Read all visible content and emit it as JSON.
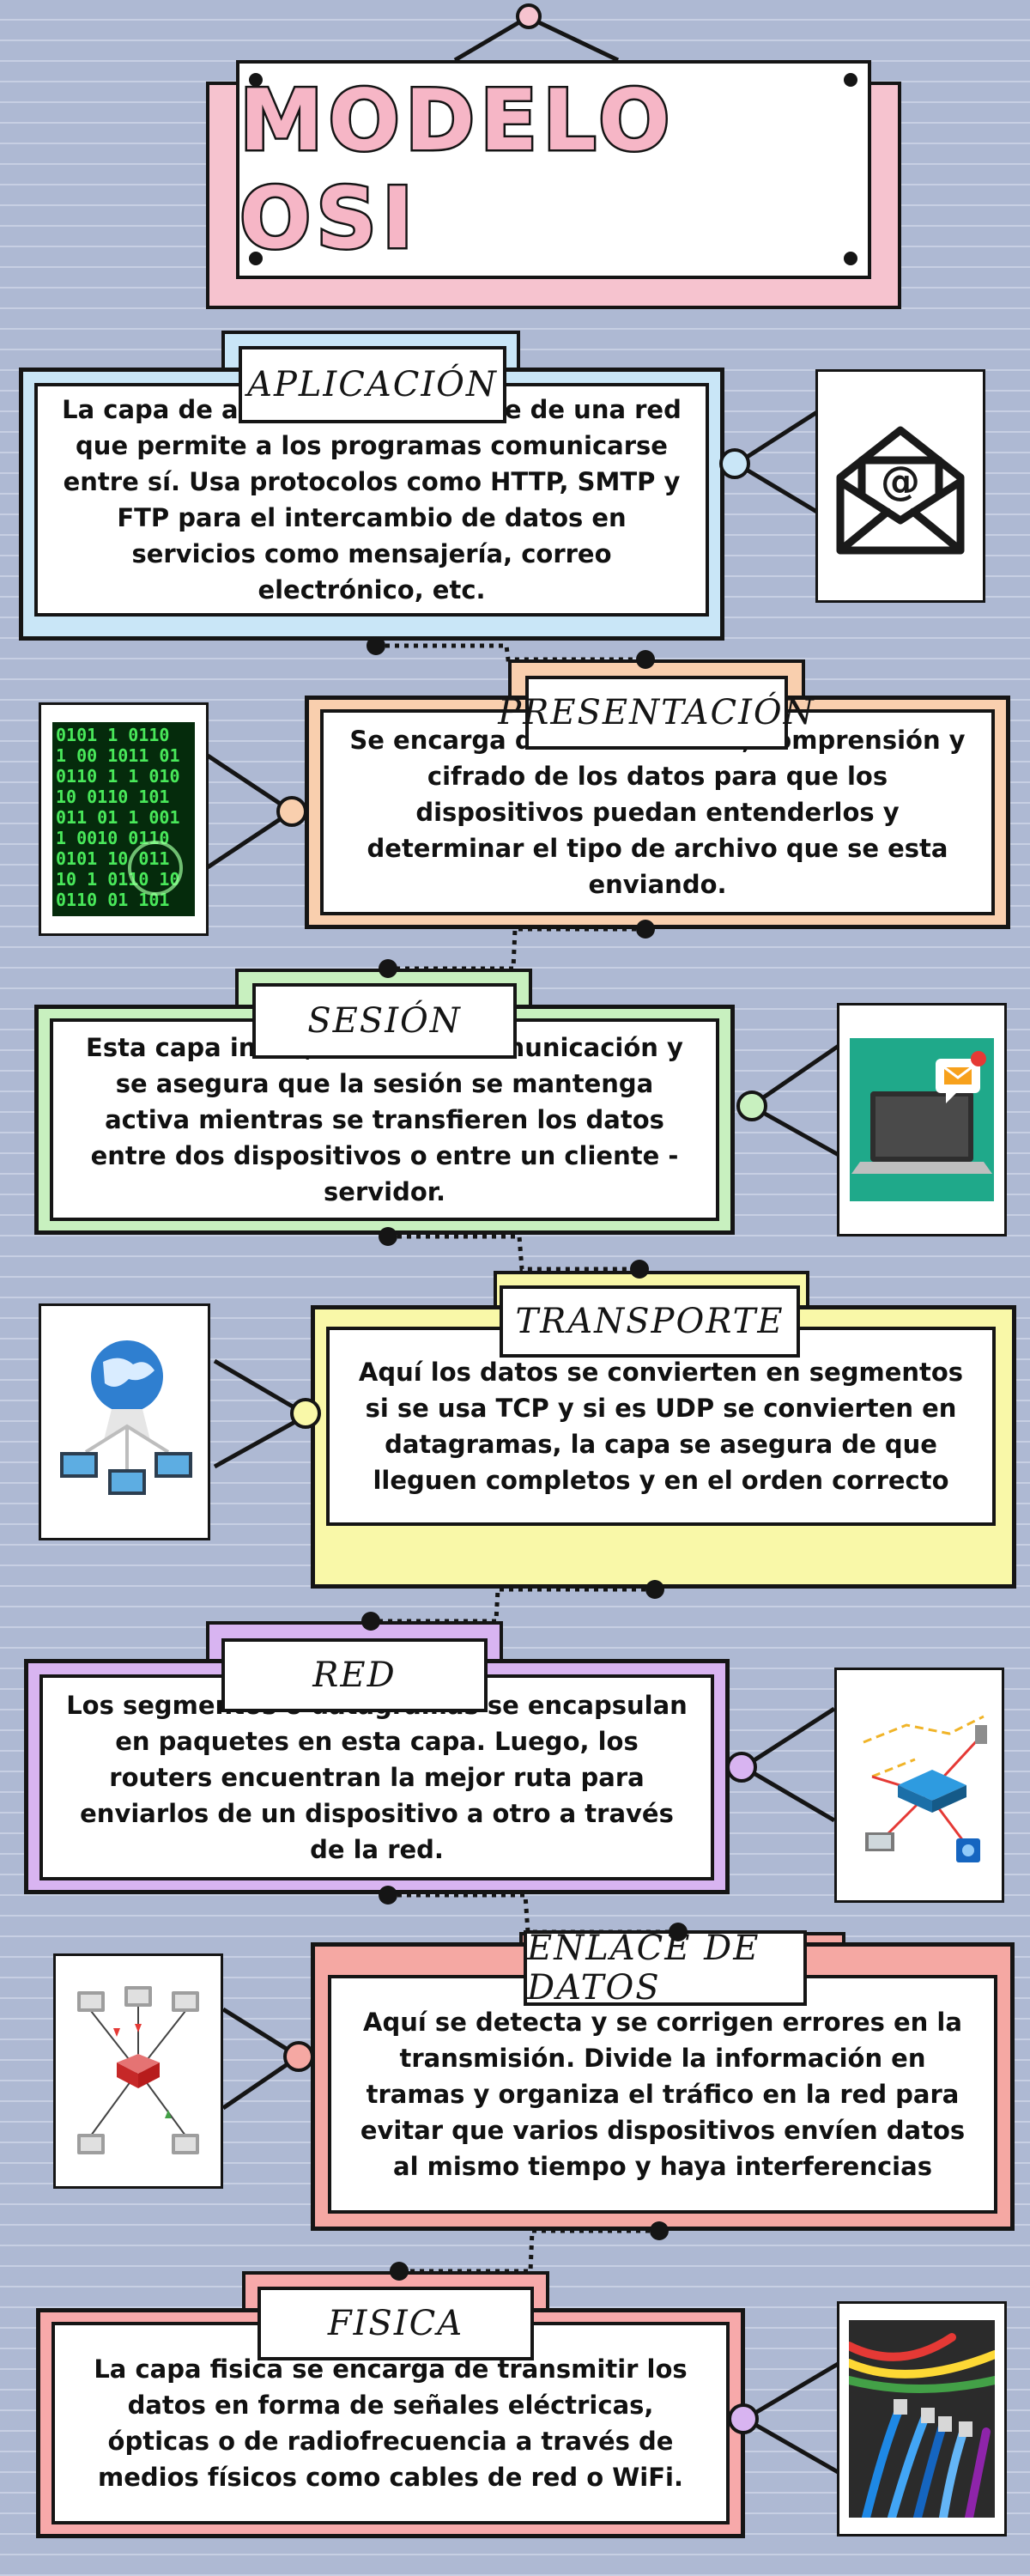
{
  "title": "MODELO OSI",
  "colors": {
    "title_bg": "#f6c3cf",
    "aplicacion": "#c9e6f7",
    "presentacion": "#f9cfae",
    "sesion": "#c8f0bf",
    "transporte": "#f9f8a8",
    "red": "#d8b4f1",
    "enlace": "#f5a8a3",
    "fisica": "#f7a9aa"
  },
  "layers": [
    {
      "name": "APLICACIÓN",
      "text": "La capa de aplicación es la parte de una red que permite a los programas comunicarse entre sí. Usa protocolos como HTTP, SMTP y FTP para el intercambio de datos en servicios como mensajería, correo electrónico, etc.",
      "icon": "email-envelope-icon"
    },
    {
      "name": "PRESENTACIÓN",
      "text": "Se encarga de la traducción, comprensión y cifrado de los datos para que los dispositivos puedan entenderlos y determinar el tipo de archivo que se esta enviando.",
      "icon": "binary-code-icon"
    },
    {
      "name": "SESIÓN",
      "text": "Esta capa inicia, finaliza la comunicación y se asegura que la sesión se mantenga activa mientras se transfieren los datos entre dos dispositivos o entre un cliente - servidor.",
      "icon": "laptop-message-icon"
    },
    {
      "name": "TRANSPORTE",
      "text": "Aquí los datos se convierten en segmentos si se usa TCP y si es UDP se convierten en datagramas, la capa se asegura de que lleguen completos y en el orden correcto",
      "icon": "globe-network-icon"
    },
    {
      "name": "RED",
      "text": "Los segmentos o datagramas se encapsulan en paquetes en esta capa. Luego, los routers encuentran la mejor ruta para enviarlos de un dispositivo a otro a través de la red.",
      "icon": "network-switch-icon"
    },
    {
      "name": "ENLACE DE DATOS",
      "text": "Aquí se detecta y se corrigen errores en la transmisión. Divide la información en tramas y organiza el tráfico en la red para evitar que varios dispositivos envíen datos al mismo tiempo y haya interferencias",
      "icon": "router-computers-icon"
    },
    {
      "name": "FISICA",
      "text": "La capa fisica se encarga de transmitir los datos en forma de señales eléctricas, ópticas o de radiofrecuencia a través de medios físicos como cables de red o WiFi.",
      "icon": "network-cables-icon"
    }
  ]
}
